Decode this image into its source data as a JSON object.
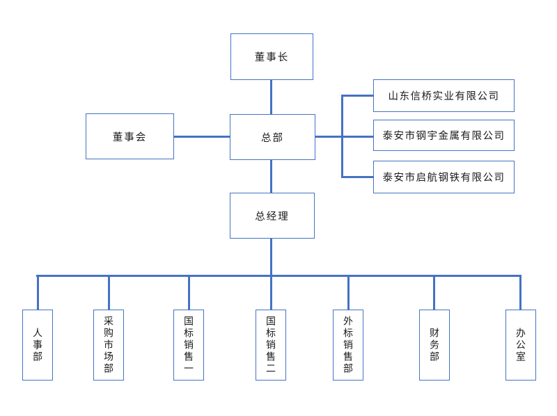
{
  "colors": {
    "background": "#ffffff",
    "node_border": "#4472C4",
    "connector": "#4472C4",
    "text": "#1a1a1a"
  },
  "org_chart": {
    "nodes": {
      "chairman": {
        "label": "董事长"
      },
      "board": {
        "label": "董事会"
      },
      "headquarters": {
        "label": "总部"
      },
      "general_manager": {
        "label": "总经理"
      },
      "subsidiaries": [
        {
          "label": "山东信桥实业有限公司"
        },
        {
          "label": "泰安市钢宇金属有限公司"
        },
        {
          "label": "泰安市启航钢铁有限公司"
        }
      ],
      "departments": [
        {
          "label": "人事部"
        },
        {
          "label": "采购市场部"
        },
        {
          "label": "国标销售一"
        },
        {
          "label": "国标销售二"
        },
        {
          "label": "外标销售部"
        },
        {
          "label": "财务部"
        },
        {
          "label": "办公室"
        }
      ]
    },
    "edges": [
      {
        "from": "董事长",
        "to": "总部"
      },
      {
        "from": "董事会",
        "to": "总部"
      },
      {
        "from": "总部",
        "to": "山东信桥实业有限公司"
      },
      {
        "from": "总部",
        "to": "泰安市钢宇金属有限公司"
      },
      {
        "from": "总部",
        "to": "泰安市启航钢铁有限公司"
      },
      {
        "from": "总部",
        "to": "总经理"
      },
      {
        "from": "总经理",
        "to": "人事部"
      },
      {
        "from": "总经理",
        "to": "采购市场部"
      },
      {
        "from": "总经理",
        "to": "国标销售一"
      },
      {
        "from": "总经理",
        "to": "国标销售二"
      },
      {
        "from": "总经理",
        "to": "外标销售部"
      },
      {
        "from": "总经理",
        "to": "财务部"
      },
      {
        "from": "总经理",
        "to": "办公室"
      }
    ]
  }
}
